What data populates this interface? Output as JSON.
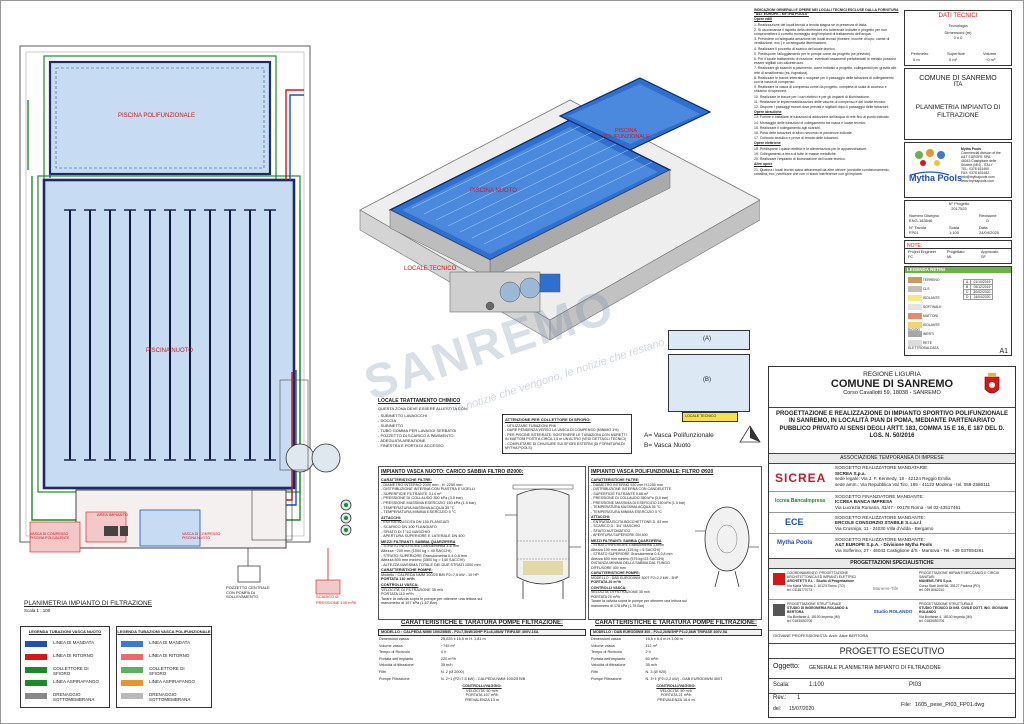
{
  "drawing": {
    "pool_poly_label": "PISCINA POLIFUNZIONALE",
    "pool_swim_label": "PISCINA NUOTO",
    "plan_title": "PLANIMETRIA IMPIANTO DI FILTRAZIONE",
    "plan_scale": "Scala 1 : 100",
    "area_impianto": "AREA IMPIANTO",
    "compensation_tank_poly": "VASCA DI COMPENSO PISCINA POLIVALENTE",
    "compensation_tank_swim": "VASCA DI COMPENSO PISCINA NUOTO",
    "pozzetto": "POZZETTO CENTRALE CON POMPA DI SOLLEVAMENTO",
    "scarico_label": "SCARICO Ø",
    "pressure_label": "PRESSIONE 100 m³/h",
    "watermark": "SANREMO",
    "watermark_sub": "le notizie che vengono, le notizie che restano",
    "iso_locale": "LOCALE TECNICO",
    "iso_pool_swim": "PISCINA NUOTO",
    "iso_pool_poly": "PISCINA POLIFUNZIONALE"
  },
  "legend_swim": {
    "title": "LEGENDA TUBAZIONI VASCA NUOTO",
    "items": [
      {
        "label": "LINEA DI MANDATA",
        "color": "#1f4fb8"
      },
      {
        "label": "LINEA DI RITORNO",
        "color": "#d31818"
      },
      {
        "label": "COLLETTORE DI SFIORO",
        "color": "#1d8a2a"
      },
      {
        "label": "LINEA ASPIRAFANGO",
        "color": "#1d8a2a"
      },
      {
        "label": "DRENAGGIO SOTTOMEMBRANA",
        "color": "#888888"
      }
    ]
  },
  "legend_poly": {
    "title": "LEGENDA TUBAZIONI VASCA POLIFUNZIONALE",
    "items": [
      {
        "label": "LINEA DI MANDATA",
        "color": "#3a79d6"
      },
      {
        "label": "LINEA DI RITORNO",
        "color": "#e86c6c"
      },
      {
        "label": "COLLETTORE DI SFIORO",
        "color": "#5eb05e"
      },
      {
        "label": "LINEA ASPIRAFANGO",
        "color": "#e8952b"
      },
      {
        "label": "DRENAGGIO SOTTOMEMBRANA",
        "color": "#bbbbbb"
      }
    ]
  },
  "chem_room": {
    "title": "LOCALE TRATTAMENTO CHIMICO",
    "subtitle": "QUESTA ZONA DEVE ESSERE ALLESTITA CON:",
    "items": [
      "- SUBINETTO LAVAOCCHI",
      "- DOCCIA",
      "- SUBINETTO",
      "- TUBO GOMMA PER LAVAGGI SERBATOI",
      "- POZZETTO DI SCARICO A PAVIMENTO",
      "- ADEGUATA AREAZIONE",
      "- FINESTRA E PORTA DI ACCESSO"
    ]
  },
  "attention_note": {
    "title": "ATTENZIONE PER COLLETTORE DI SFIORO:",
    "items": [
      "- UTILIZZARE TUBAZIONI PN6",
      "- DARE PENDENZA VERSO LA VASCA DI COMPENSO (MINIMO 1%)",
      "- PER PISCINE INTERRATE: SOSTENERE LE TUBAZIONI CON MURETTI IN MATTONI POSTI A CIRCA 1,5 m UN'ALTRO (VEDI DETTAGLI TECNICI)",
      "- COMPLETARE DI CHIUSURE SUI SFIORI ESTERNI (DI FORNITURA DI MYTHA POOLS)"
    ]
  },
  "filter_big": {
    "title": "IMPIANTO VASCA NUOTO: CARICO SABBIA FILTRO Ø2000:",
    "chars_title": "CARATTERISTICHE FILTRE:",
    "chars": [
      "- DIAMETRO INTERNO 2000 mm - H. 2250 mm",
      "- DISTRIBUZIONE INTERNA CON PIASTRA E UGELLI",
      "- SUPERFICIE FILTRANTE 3,14 m²",
      "- PRESSIONE DI COLLAUDO 350 kPa (3,5 bar)",
      "- PRESSIONE MASSIMA ESERCIZIO 150 kPa (1,5 bar)",
      "- TEMPERATURA MASSIMA ACQUA 35 °C",
      "- TEMPERATURA MINIMA ESERCIZIO 5 °C"
    ],
    "attach_title": "ATTACCHI:",
    "attach": [
      "- ENTRATA/USCITA DN 150 FLANGIATI",
      "- SCARICO DN 100 FLANGIATO",
      "- SFIATO DI 1\"1/2 MASCHIO",
      "- APERTURA SUPERIORE E LATERALE DN 400"
    ],
    "media_title": "MEZZI FILTRANTI: SABBIA QUARZIFERA",
    "media": [
      "- STRATO INFERIORE Granulometria 3-6 mm",
      "  Altezza ~200 mm (1000 kg = 40 SACCHI)",
      "- STRATO SUPERIORE Granulometria 0,4-0,8 mm",
      "  Altezza 800 mm minimo (3500 kg = 140 SACCHI)",
      "- ALTEZZA MASSIMA TOTALE DEI DUE STRATI 1000 mm"
    ],
    "pumps_title": "CARATTERISTICHE POMPE:",
    "pumps": [
      "Modello : CALPEDA NMM 100/25 B/B P2=7,5 kW - 10 HP"
    ],
    "flow_title": "PORTATA 110 m³/h",
    "controls_title": "CONTROLLI VASCA:",
    "controls": [
      "VELOCITA' DI FILTRAZIONE 35 m/h",
      "PORTATA 110 m³/h",
      "Tarare la valvola sopra le pompe per ottenere una lettura sul",
      "manometro di 167 kPa (1,67 Bar)"
    ]
  },
  "filter_small": {
    "title": "IMPIANTO VASCA POLIFUNZIONALE: FILTRO Ø920",
    "chars_title": "CARATTERISTICHE FILTRE:",
    "chars": [
      "- DIAMETRO INTERNO 920 mm H.1250 mm",
      "- DISTRIBUZIONE INTERNA CON CANDELETTE",
      "- SUPERFICIE FILTRANTE 0.66 m²",
      "- PRESSIONE DI COLLAUDO 350 kPa (3,5 bar)",
      "- PRESSIONE MASSIMA DI ESERCIZIO 150 kPa (1,5 bar)",
      "- TEMPERATURA MASSIMA ACQUA 35 °C",
      "- TEMPERATURA MINIMA ESERCIZIO 5 °C"
    ],
    "attach_title": "ATTACCHI:",
    "attach": [
      "- ENTRATA/USCITA BOCCHETTONE D. 63 mm",
      "- SCARICO D.: 3/4\" MASCHIO",
      "- SFIATO AUTOMATICO",
      "- APERTURA SUPERIORE DN 400"
    ],
    "media_title": "MEZZI FILTRANTI: SABBIA QUARZIFERA",
    "media": [
      "- STRATO INFERIORE Granulometria 3-6mm",
      "  Altezza 100 mm circa (125 kg = 5 SACCHI)",
      "- STRATO SUPERIORE Granulometria 0,4-0,8 mm",
      "  Altezza 600 mm minimo (575 kg=23 SACCHI)",
      "DISTANZA MINIMA DELLA SABBIA DAL FUNGO",
      "DIFFUSORE 400 mm"
    ],
    "pumps_title": "CARATTERISTICHE POMPE:",
    "pumps": [
      "MODELLO : DAB EURODIWM 300T P2=2,2 kW - 3HP"
    ],
    "flow_title": "PORTATA 20 m³/h",
    "controls_title": "CONTROLLI VASCA:",
    "controls": [
      "VELOCITA' DI FILTRAZIONE 35 m/h",
      "PORTATA 20 m³/h",
      "Tarare la valvola sopra le pompe per ottenere una lettura sul",
      "manometro di 178 kPa (1,78 Bar)"
    ]
  },
  "pump_table_big": {
    "title": "CARATTERISTICHE E TARATURA POMPE FILTRAZIONE:",
    "model": "MODELLO : CALPEDA NMM 100/25B/B - P2=7,5kW/10HP P1=8,45kW TRIFASE 400V-16A",
    "rows": [
      [
        "Dimensioni vasca",
        "25,025 x 16,5 m H. 1,81 m"
      ],
      [
        "Volume vasca",
        "~745 m³"
      ],
      [
        "Tempo di Ricircolo",
        "4 h"
      ],
      [
        "Portata dell'impianto",
        "220 m³/h"
      ],
      [
        "Velocità di filtrazione",
        "35 m/h"
      ],
      [
        "Filtri",
        "N. 2 (Ø 2000)"
      ],
      [
        "Pompe Filtrazione",
        "N. 2+1 (P2=7,5 kW) - CALPEDA NMM 100/25 B/B"
      ]
    ],
    "controls_title": "CONTROLLI/VAGGIO:",
    "controls": [
      "VELOCITA' 50 m/h",
      "PORTATA 157 m³/h",
      "PREVALENZA 13 m"
    ]
  },
  "pump_table_small": {
    "title": "CARATTERISTICHE E TARATURA POMPE FILTRAZIONE:",
    "model": "MODELLO : DAB EURODIWM 300 - P2=2,2kW/3HP P1=2,8kW TRIFASE 400V-5A",
    "rows": [
      [
        "Dimensioni vasca",
        "16,5 x 6,4 m H.1,06 m"
      ],
      [
        "Volume vasca",
        "112 m³"
      ],
      [
        "Tempo di Ricircolo",
        "2 h"
      ],
      [
        "Portata dell'impianto",
        "60 m³/h"
      ],
      [
        "Velocità di filtrazione",
        "35 m/h"
      ],
      [
        "Filtri",
        "N. 3 (Ø 920)"
      ],
      [
        "Pompe Filtrazione",
        "N. 3+1 (P2=2,2 kW) - DAB EURODIWM 300T"
      ]
    ],
    "controls_title": "CONTROLLI/VAGGIO:",
    "controls": [
      "VELOCITA' 50 m/h",
      "PORTATA 21 m³/h",
      "PREVALENZA 16,6 m"
    ]
  },
  "key_plan": {
    "a_label": "(A)",
    "b_label": "(B)",
    "locale": "LOCALE TECNICO",
    "legend_a": "A= Vasca Polifunzionale",
    "legend_b": "B= Vasca Nuoto"
  },
  "notes": {
    "header": "INDICAZIONI GENERALI E OPERE NEI LOCALI TECNICI ESCLUSE DALLA FORNITURA \"A&T EUROPE - MYTHA POOLS\"",
    "civil_title": "Opere edili",
    "civil": [
      "1. Realizzazione dei locali tecnici a tenuta stagna se in presenza di falda.",
      "2. Si raccomanda il rispetto della dimensioni e/o tolleranze indicate e progetto per non compromettere il corretto montaggio degli impianti di trattamento dell'acqua.",
      "3. Prevedere un'adeguata aerazione dei locali tecnici (finestre, bocche di lupo, canne di ventilazione, ecc.) e un'adeguata illuminazione.",
      "4. Realizzare il pozzetto di scarico del locale tecnico.",
      "5. Predisporre l'alloggiamento per le pompe come da progetto (se previsto).",
      "6. Per il locale trattamento di reazione, eventuali basamenti prefabbricati in metallo possono essere sigillati con calcestruzzo.",
      "7. Realizzare gli scarichi a pavimento, come indicato a progetto, collegandoli per gravità alle rete di smaltimento (es. fognatura).",
      "8. Realizzare le tracce interrate o sospese per il passaggio delle tubazioni di collegamento con la vasca di compenso.",
      "9. Realizzare la vasca di compenso come da progetto, completa di scala di accesso e chiusino di ispezione.",
      "10. Realizzare le tracce per i cavi elettrici e per gli impianti di illuminazione.",
      "11. Realizzare le impermeabilizzazioni delle vasche di compenso e del locale tecnico.",
      "12. Disporre i passaggi murari dove previsti e sigillarli dopo il passaggio delle tubazioni."
    ],
    "hydraulic_title": "Opere idrauliche",
    "hydraulic": [
      "13. Fornire e installare le tubazioni di adduzione dell'acqua di rete fino al punto indicato.",
      "14. Montaggio delle tubazioni di collegamento tra vasca e locale tecnico.",
      "15. Realizzare il collegamento agli scarichi.",
      "16. Posa delle tubazioni di sfioro secondo le pendenze indicate.",
      "17. Collaudo idraulico e prove di tenuta delle tubazioni."
    ],
    "electric_title": "Opere elettriche",
    "electric": [
      "18. Predisporre i quadri elettrici e le alimentazioni per le apparecchiature.",
      "19. Collegamento a terra di tutte le masse metalliche.",
      "20. Realizzare l'impianto di illuminazione del locale tecnico."
    ],
    "other_title": "Altre opere",
    "other": [
      "21. Qualora i locali tecnici siano attraversati da altre utenze (condotte condizionamento, canalina, ecc.) verificare che non vi siano interferenze con gli impianti."
    ]
  },
  "data_box": {
    "title": "DATI TECNICI",
    "tecnologia": "Tecnologia",
    "dimensioni": "Dimensioni (m)",
    "dim_value": "0 x 0",
    "perimetro_label": "Perimetro",
    "perimetro_val": "0 m",
    "superficie_label": "Superficie",
    "superficie_val": "0 m²",
    "volume_label": "Volume",
    "volume_val": "~0 m³"
  },
  "client": {
    "name": "COMUNE DI SANREMO",
    "country": "ITA",
    "project": "PLANIMETRIA IMPIANTO DI FILTRAZIONE",
    "brand": "Mytha Pools",
    "brand_sub": "Mytha Pools",
    "brand_address": [
      "Commercial division of the",
      "A&T EUROPE SPA",
      "46043 Castiglione delle",
      "Stiviere (MN) - ITALY",
      "TEL: 0376 631460",
      "FAX: 0376 631482",
      "info@mythapools.com",
      "www.myhtapools.com"
    ],
    "progetto_label": "N° Progetto",
    "progetto_val": "2017523",
    "disegno_label": "Numero Disegno",
    "disegno_val": "ENG-183546",
    "revisione_label": "Revisione",
    "revisione_val": "D",
    "tavola_label": "N° Tavola",
    "tavola_val": "FP01",
    "scala_label": "Scala",
    "scala_val": "1:100",
    "data_label": "Data",
    "data_val": "24/04/2020",
    "note_label": "NOTE:",
    "eng_label": "Project Engineer",
    "eng_val": "FC",
    "prog_label": "Progettato",
    "prog_val": "ML",
    "app_label": "Approvato",
    "app_val": "SF",
    "legenda_retini": "LEGENDA RETINI",
    "sheet_size": "A1",
    "retini": [
      "TERRENO",
      "CLS",
      "ISOLANTE",
      "SOFTWALK",
      "MATTONI",
      "ISOLANTE RIGIDO",
      "INERTI",
      "RETE ELETTROSALDATA"
    ],
    "rev_rows": [
      [
        "A",
        "01/10/2019"
      ],
      [
        "B",
        "05/12/2019"
      ],
      [
        "C",
        "20/02/2020"
      ],
      [
        "D",
        "24/04/2020"
      ]
    ]
  },
  "titleblock": {
    "region": "REGIONE LIGURIA",
    "comune": "COMUNE DI SANREMO",
    "address": "Corso Cavallotti 59, 18038 - SANREMO",
    "project_desc": "PROGETTAZIONE E REALIZZAZIONE DI IMPIANTO SPORTIVO POLIFUNZIONALE IN SANREMO, IN LOCALITÀ PIAN DI POMA, MEDIANTE PARTENARIATO PUBBLICO PRIVATO AI SENSI DEGLI ARTT. 183, COMMA 15 E 16, E 187 DEL D. LGS. N. 50/2016",
    "assoc": "ASSOCIAZIONE TEMPORANEA DI IMPRESE",
    "sicrea_logo": "SICREA",
    "sicrea_title": "SOGGETTO REALIZZATORE MANDATARIE:",
    "sicrea_name": "SICREA S.p.a.",
    "sicrea_addr1": "sede legale: Via J. F. Kennedy, 18 - 42124 Reggio Emilia",
    "sicrea_addr2": "sede amm.: Via Repubblica Val Tiro, 165 - 41122 Modena - tel. 059-2586111",
    "icrea_logo": "Iccrea BancaImpresa",
    "icrea_title": "SOGGETTO FINANZIATORE MANDANTE:",
    "icrea_name": "ICCREA BANCA IMPRESA",
    "icrea_addr": "Via Lucrezia Romana, 41/47 - 00178 Roma - tel 02-43517461",
    "ercole_logo": "ECE",
    "ercole_title": "SOGGETTO REALIZZATORE MANDANTE:",
    "ercole_name": "ERCOLE CONSORZIO STABILE S.c.a.r.l",
    "ercole_addr": "Via Crusnigo, 11 - 24030 Villa d'Adda - Bergamo",
    "mytha_logo": "Mytha Pools",
    "mytha_title": "SOGGETTO REALIZZATORE MANDANTE:",
    "mytha_name": "A&T EUROPE S.p.A. - Divisione Mytha Pools",
    "mytha_addr": "Via Solferino, 27 - 46043 Castiglione d/S - Mantova - Tel. +39 037694261",
    "spec_title": "PROGETTAZIONI SPECIALISTICHE",
    "spec1": "COORDINAMENTO, PROGETTAZIONE ARCHITETTONICA ED IMPIANTI ELETTRICI",
    "spec1_name": "ARCHITETTI E.I. - Studio di Progettazione",
    "spec1_addr": "Via Maria Vittoria 2, 10123 Torino (TO)",
    "spec1_tel": "tel. 011817/7073",
    "spec2": "PROGETTAZIONE IMPIANTI MECCANICI E CIRCUI SANITARI",
    "spec2_name": "MANENS-TIFS S.p.a.",
    "spec2_addr": "Corso Stati Uniti 56, 35127 Padova (PD)",
    "spec2_tel": "tel. 049 8062210",
    "manens_logo": "Manens-Tifs",
    "spec3": "PROGETTAZIONE STRUTTURALE",
    "spec3_name": "STUDIO DI INGEGNERIA ROLANDO & BERTORA",
    "spec3_addr": "Via Bonfante 4, 18100 Imperia (IM)",
    "spec3_tel": "tel. 0183/650706",
    "spec4": "PROGETTAZIONE STRUTTURALE",
    "spec4_name": "STUDIO TECNICO DI ING. CIVILE DOTT. ING. GIOVANNI ROLANDO",
    "spec4_addr": "Via Bonfante 4, 18100 Imperia (IM)",
    "spec4_tel": "tel. 0183/650706",
    "rolando_logo": "Studio ROLANDO",
    "giovani": "GIOVANE PROFESSIONISTA: Arch. Alice BERTORA",
    "progetto_esecutivo": "PROGETTO ESECUTIVO",
    "oggetto_label": "Oggetto:",
    "oggetto_val": "GENERALE PLANIMETRIA IMPIANTO DI FILTRAZIONE",
    "scala_label": "Scala:",
    "scala_val": "1:100",
    "tav_val": "PI03",
    "rev_label": "Rev.:",
    "rev_val": "1",
    "del_label": "del:",
    "del_val": "15/07/2020",
    "file_label": "File:",
    "file_val": "1605_pese_PI03_FP01.dwg"
  }
}
